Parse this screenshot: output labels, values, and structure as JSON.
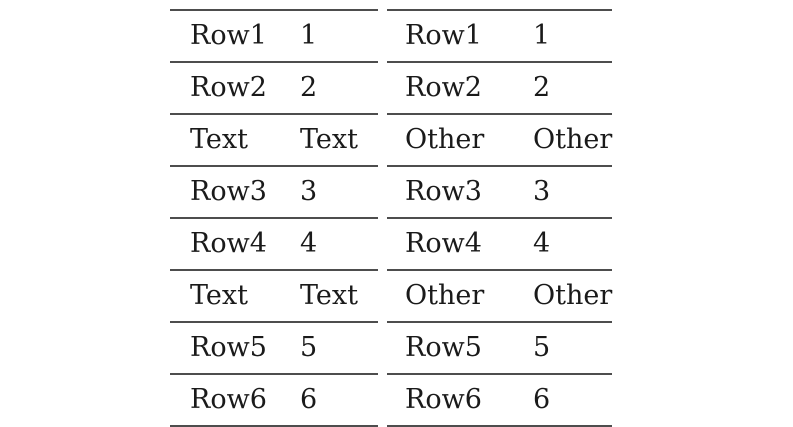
{
  "page": {
    "background_color": "#ffffff",
    "rule_color": "#4d4d4d",
    "text_color": "#1a1a1a"
  },
  "tables": [
    {
      "id": "left-table",
      "name": "left-booktabs-table",
      "rows": [
        {
          "label": "Row1",
          "value": "1"
        },
        {
          "label": "Row2",
          "value": "2"
        },
        {
          "label": "Text",
          "value": "Text"
        },
        {
          "label": "Row3",
          "value": "3"
        },
        {
          "label": "Row4",
          "value": "4"
        },
        {
          "label": "Text",
          "value": "Text"
        },
        {
          "label": "Row5",
          "value": "5"
        },
        {
          "label": "Row6",
          "value": "6"
        }
      ]
    },
    {
      "id": "right-table",
      "name": "right-booktabs-table",
      "rows": [
        {
          "label": "Row1",
          "value": "1"
        },
        {
          "label": "Row2",
          "value": "2"
        },
        {
          "label": "Other",
          "value": "Other"
        },
        {
          "label": "Row3",
          "value": "3"
        },
        {
          "label": "Row4",
          "value": "4"
        },
        {
          "label": "Other",
          "value": "Other"
        },
        {
          "label": "Row5",
          "value": "5"
        },
        {
          "label": "Row6",
          "value": "6"
        }
      ]
    }
  ]
}
